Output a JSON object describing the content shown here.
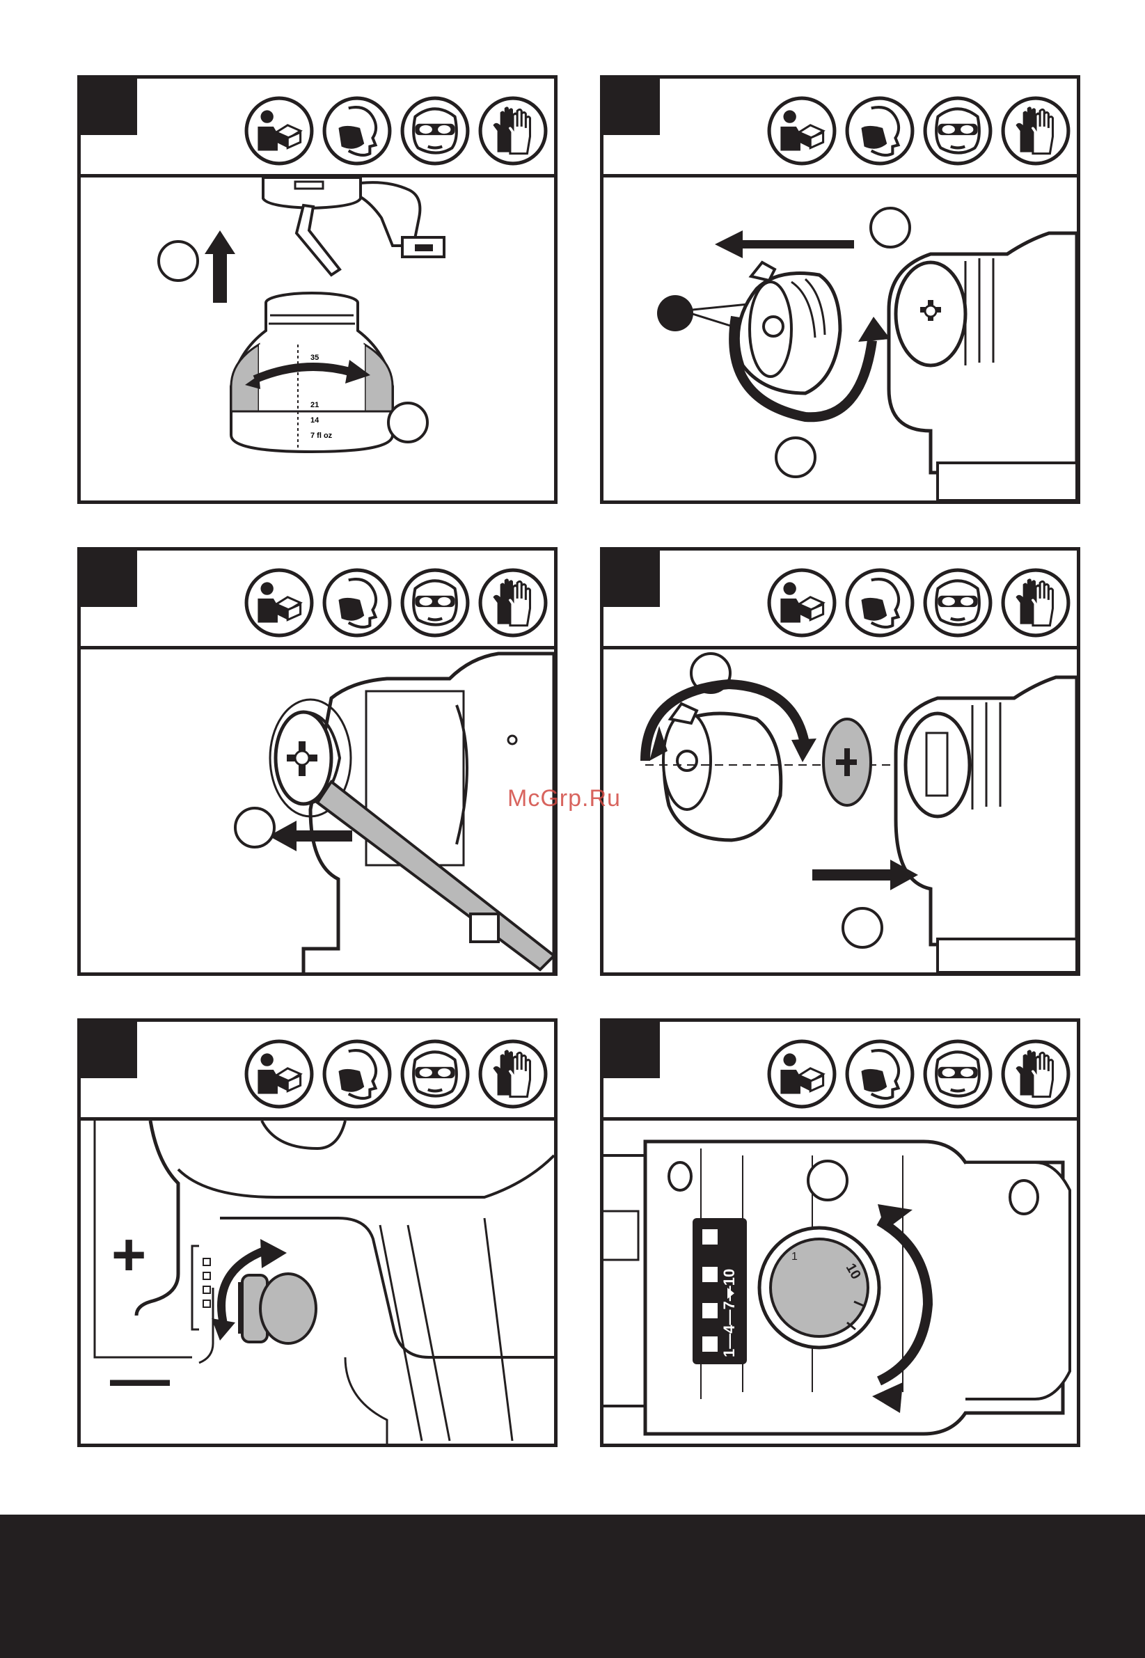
{
  "watermark": "McGrp.Ru",
  "safety_icons": [
    "read-manual-icon",
    "dust-mask-icon",
    "safety-goggles-icon",
    "gloves-icon"
  ],
  "panels": [
    {
      "id": "a",
      "container_scale": [
        "35",
        "21",
        "14",
        "7 fl oz"
      ]
    },
    {
      "id": "b"
    },
    {
      "id": "c"
    },
    {
      "id": "d"
    },
    {
      "id": "e",
      "plus": "+",
      "minus": "—"
    },
    {
      "id": "f",
      "dial_mark": "10",
      "dial_mark_small": "1",
      "scale_label": "1—4—7—10"
    }
  ],
  "colors": {
    "ink": "#231f20",
    "grey_fill": "#b9b9b9",
    "watermark": "#d24a43"
  }
}
